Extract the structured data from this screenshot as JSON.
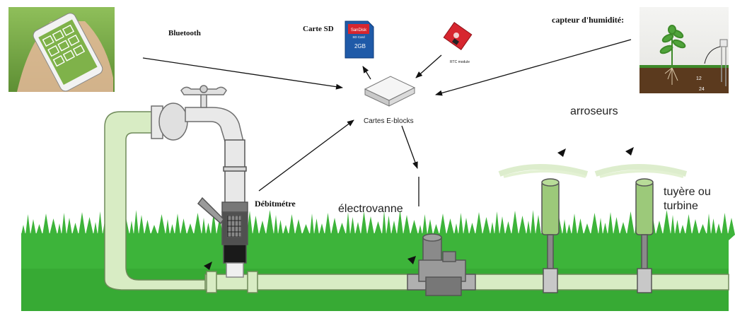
{
  "labels": {
    "bluetooth": "Bluetooth",
    "carte_sd": "Carte SD",
    "capteur": "capteur d'humidité:",
    "cartes_eblocks": "Cartes E-blocks",
    "debitmetre": "Débitmétre",
    "electrovanne": "électrovanne",
    "arroseurs": "arroseurs",
    "tuyere_line1": "tuyère ou",
    "tuyere_line2": "turbine"
  },
  "sd_card": {
    "brand": "SanDisk",
    "type": "SD Card",
    "capacity": "2GB"
  },
  "rtc": {
    "label": "RTC module"
  },
  "sensor_photo": {
    "reading_a": "12",
    "reading_b": "24"
  },
  "colors": {
    "pipe_fill": "#d8ecc4",
    "pipe_stroke": "#6f8a5a",
    "grass": "#3db43a",
    "grass_dark": "#2a9a2a",
    "sd_blue": "#1f5aa8",
    "rtc_red": "#d7262f",
    "soil": "#5b3a1e"
  }
}
